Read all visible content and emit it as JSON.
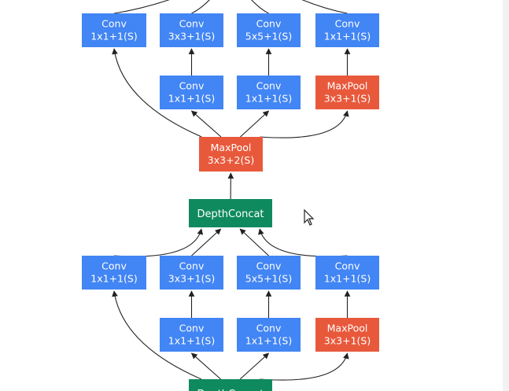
{
  "colors": {
    "conv": "#4285f4",
    "maxpool": "#e8593c",
    "concat": "#0f8a5f",
    "text": "#ffffff",
    "edge": "#222222"
  },
  "nodes": [
    {
      "id": "top-conv-1x1-a",
      "type": "conv",
      "line1": "Conv",
      "line2": "1x1+1(S)"
    },
    {
      "id": "top-conv-3x3",
      "type": "conv",
      "line1": "Conv",
      "line2": "3x3+1(S)"
    },
    {
      "id": "top-conv-5x5",
      "type": "conv",
      "line1": "Conv",
      "line2": "5x5+1(S)"
    },
    {
      "id": "top-conv-1x1-d",
      "type": "conv",
      "line1": "Conv",
      "line2": "1x1+1(S)"
    },
    {
      "id": "top-reduce-1",
      "type": "conv",
      "line1": "Conv",
      "line2": "1x1+1(S)"
    },
    {
      "id": "top-reduce-2",
      "type": "conv",
      "line1": "Conv",
      "line2": "1x1+1(S)"
    },
    {
      "id": "top-pool",
      "type": "maxpool",
      "line1": "MaxPool",
      "line2": "3x3+1(S)"
    },
    {
      "id": "mid-maxpool",
      "type": "maxpool",
      "line1": "MaxPool",
      "line2": "3x3+2(S)"
    },
    {
      "id": "depth-concat",
      "type": "concat",
      "line1": "DepthConcat",
      "line2": ""
    },
    {
      "id": "bot-conv-1x1-a",
      "type": "conv",
      "line1": "Conv",
      "line2": "1x1+1(S)"
    },
    {
      "id": "bot-conv-3x3",
      "type": "conv",
      "line1": "Conv",
      "line2": "3x3+1(S)"
    },
    {
      "id": "bot-conv-5x5",
      "type": "conv",
      "line1": "Conv",
      "line2": "5x5+1(S)"
    },
    {
      "id": "bot-conv-1x1-d",
      "type": "conv",
      "line1": "Conv",
      "line2": "1x1+1(S)"
    },
    {
      "id": "bot-reduce-1",
      "type": "conv",
      "line1": "Conv",
      "line2": "1x1+1(S)"
    },
    {
      "id": "bot-reduce-2",
      "type": "conv",
      "line1": "Conv",
      "line2": "1x1+1(S)"
    },
    {
      "id": "bot-pool",
      "type": "maxpool",
      "line1": "MaxPool",
      "line2": "3x3+1(S)"
    },
    {
      "id": "bottom-concat",
      "type": "concat",
      "line1": "DepthConcat",
      "line2": ""
    }
  ],
  "edges": [
    {
      "from": "top-reduce-1",
      "to": "top-conv-3x3"
    },
    {
      "from": "top-reduce-2",
      "to": "top-conv-5x5"
    },
    {
      "from": "top-pool",
      "to": "top-conv-1x1-d"
    },
    {
      "from": "mid-maxpool",
      "to": "top-conv-1x1-a"
    },
    {
      "from": "mid-maxpool",
      "to": "top-reduce-1"
    },
    {
      "from": "mid-maxpool",
      "to": "top-reduce-2"
    },
    {
      "from": "mid-maxpool",
      "to": "top-pool"
    },
    {
      "from": "depth-concat",
      "to": "mid-maxpool"
    },
    {
      "from": "bot-conv-1x1-a",
      "to": "depth-concat"
    },
    {
      "from": "bot-conv-3x3",
      "to": "depth-concat"
    },
    {
      "from": "bot-conv-5x5",
      "to": "depth-concat"
    },
    {
      "from": "bot-conv-1x1-d",
      "to": "depth-concat"
    },
    {
      "from": "bot-reduce-1",
      "to": "bot-conv-3x3"
    },
    {
      "from": "bot-reduce-2",
      "to": "bot-conv-5x5"
    },
    {
      "from": "bot-pool",
      "to": "bot-conv-1x1-d"
    },
    {
      "from": "bottom-concat",
      "to": "bot-conv-1x1-a"
    },
    {
      "from": "bottom-concat",
      "to": "bot-reduce-1"
    },
    {
      "from": "bottom-concat",
      "to": "bot-reduce-2"
    },
    {
      "from": "bottom-concat",
      "to": "bot-pool"
    },
    {
      "from": "top-conv-1x1-a",
      "to": "offscreen-top"
    },
    {
      "from": "top-conv-3x3",
      "to": "offscreen-top"
    },
    {
      "from": "top-conv-5x5",
      "to": "offscreen-top"
    },
    {
      "from": "top-conv-1x1-d",
      "to": "offscreen-top"
    }
  ]
}
